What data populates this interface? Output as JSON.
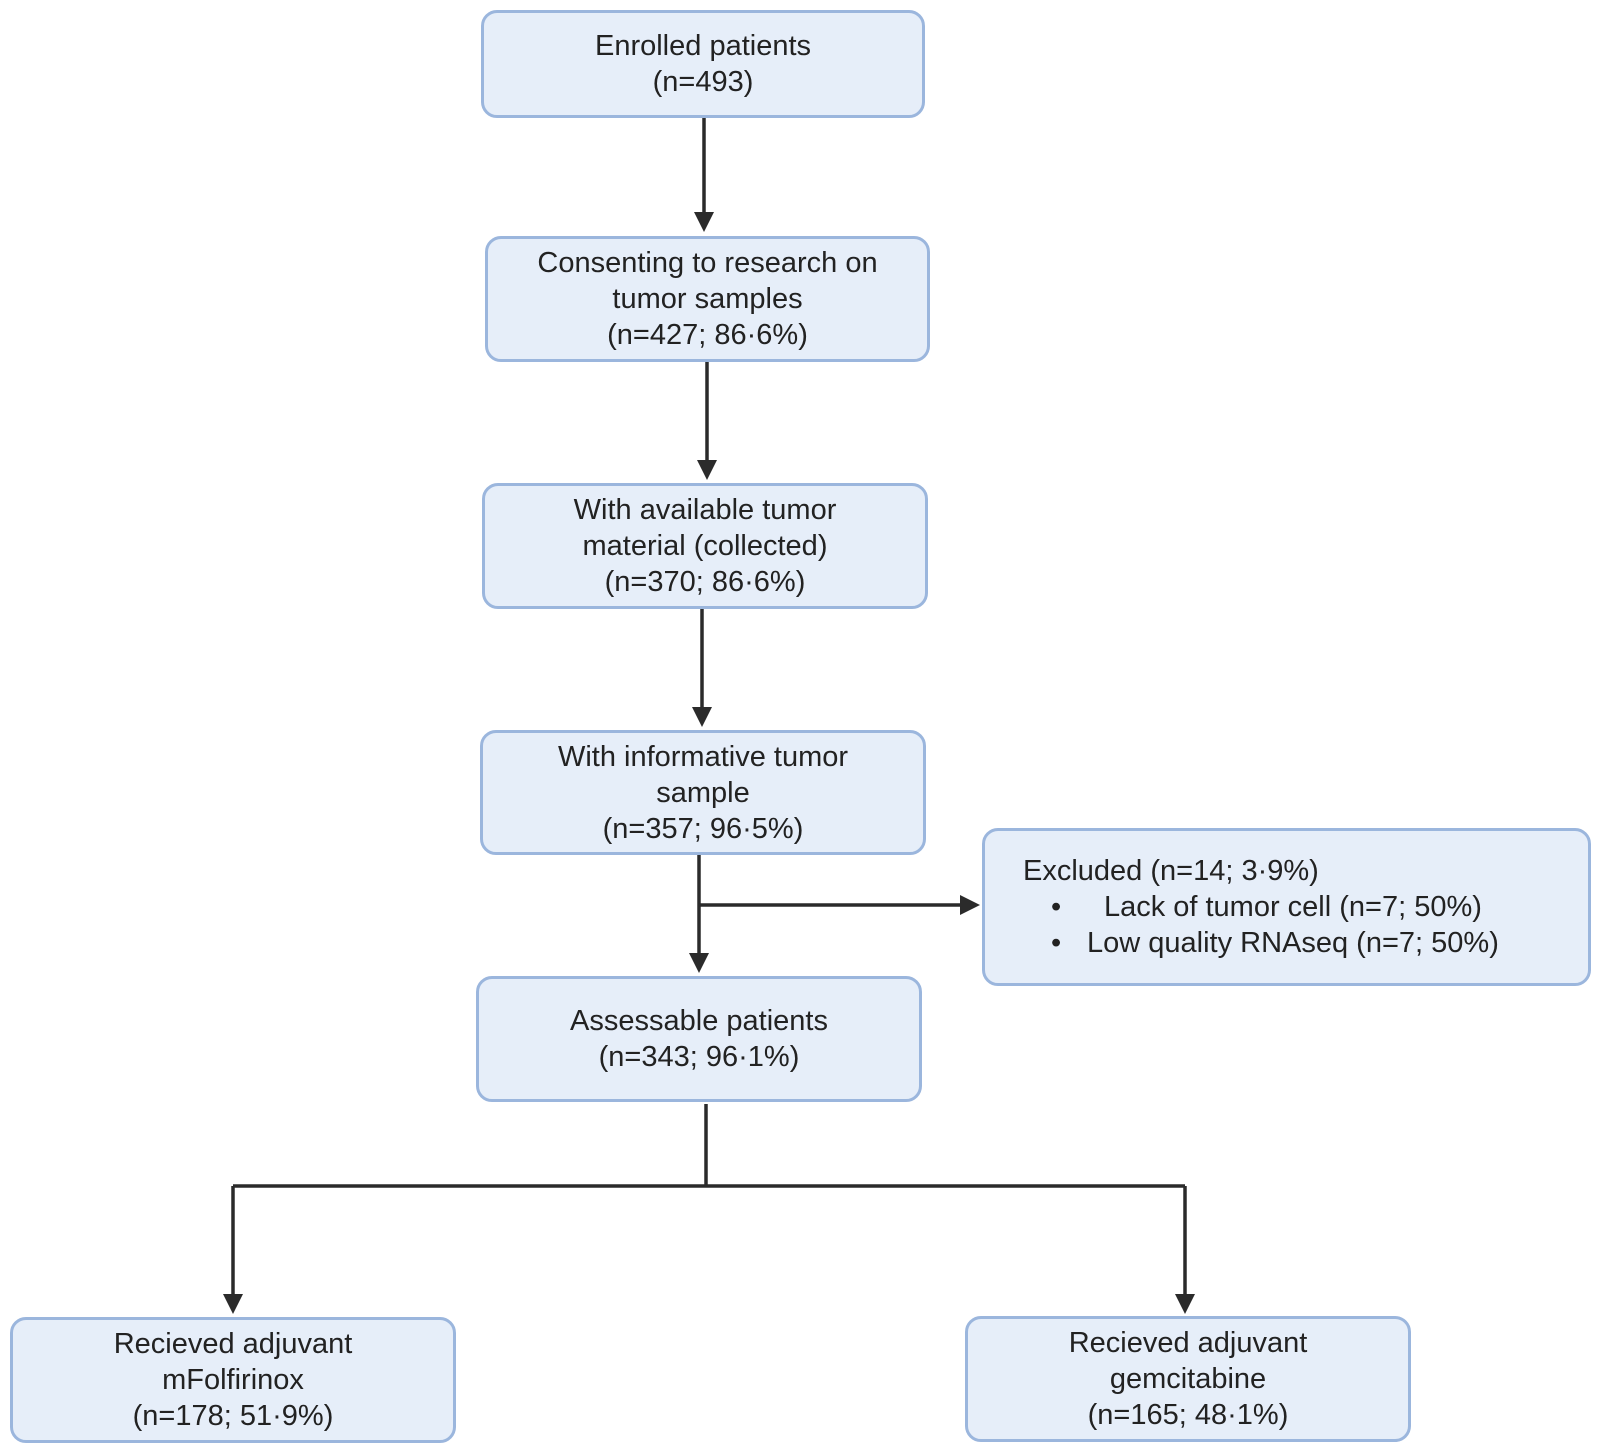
{
  "boxes": {
    "enrolled": {
      "line1": "Enrolled patients",
      "line2": "(n=493)"
    },
    "consenting": {
      "line1": "Consenting to research on",
      "line2": "tumor samples",
      "line3": "(n=427; 86·6%)"
    },
    "available": {
      "line1": "With available tumor",
      "line2": "material (collected)",
      "line3": "(n=370; 86·6%)"
    },
    "informative": {
      "line1": "With informative tumor",
      "line2": "sample",
      "line3": "(n=357; 96·5%)"
    },
    "excluded": {
      "title": "Excluded (n=14; 3·9%)",
      "items": [
        {
          "bullet": "•",
          "text": "Lack of tumor cell (n=7; 50%)"
        },
        {
          "bullet": "•",
          "text": "Low quality RNAseq (n=7; 50%)"
        }
      ]
    },
    "assessable": {
      "line1": "Assessable patients",
      "line2": "(n=343; 96·1%)"
    },
    "folfirinox": {
      "line1": "Recieved adjuvant",
      "line2": "mFolfirinox",
      "line3": "(n=178; 51·9%)"
    },
    "gemcitabine": {
      "line1": "Recieved adjuvant",
      "line2": "gemcitabine",
      "line3": "(n=165; 48·1%)"
    }
  },
  "colors": {
    "box_fill": "#e6eef9",
    "box_border": "#9bb6dd",
    "arrow": "#2b2b2b",
    "text": "#222222"
  }
}
